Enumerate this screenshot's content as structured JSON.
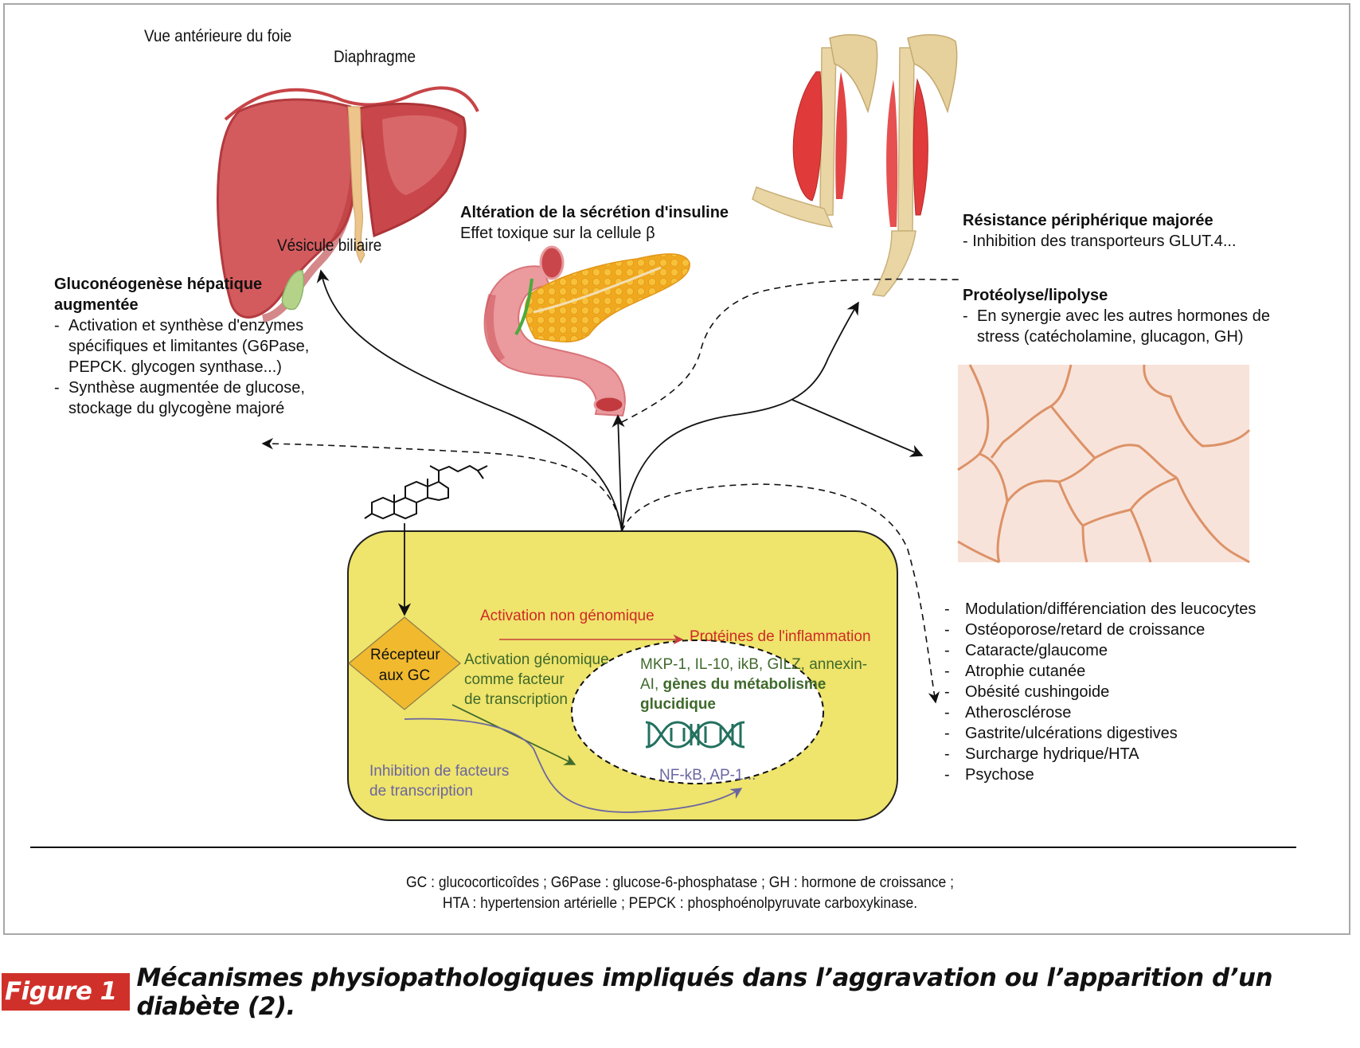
{
  "liver": {
    "title": "Vue antérieure du foie",
    "diaphragm_label": "Diaphragme",
    "gallbladder_label": "Vésicule biliaire"
  },
  "gluconeogenesis": {
    "title_line1": "Gluconéogenèse hépatique",
    "title_line2": "augmentée",
    "items": [
      "Activation et synthèse d'enzymes spécifiques et limitantes (G6Pase, PEPCK. glycogen synthase...)",
      "Synthèse augmentée de glucose, stockage du glycogène majoré"
    ]
  },
  "pancreas": {
    "title": "Altération de la sécrétion d'insuline",
    "subtitle": "Effet toxique sur la cellule β"
  },
  "muscle": {
    "title": "Résistance périphérique majorée",
    "item": "- Inhibition des transporteurs GLUT.4..."
  },
  "proteolysis": {
    "title": "Protéolyse/lipolyse",
    "items": [
      "En synergie avec les autres hormones de stress (catécholamine, glucagon, GH)"
    ]
  },
  "cell": {
    "receptor_line1": "Récepteur",
    "receptor_line2": "aux GC",
    "non_genomic_label": "Activation non génomique",
    "inflammation_label": "Protéines de l'inflammation",
    "genomic_line1": "Activation génomique",
    "genomic_line2": "comme facteur",
    "genomic_line3": "de transcription",
    "genes_line1": "MKP-1, IL-10, ikB, GILZ, annexin-",
    "genes_line2_prefix": "AI, ",
    "genes_line2_bold": "gènes du métabolisme",
    "genes_line3_bold": "glucidique",
    "inhibition_line1": "Inhibition de facteurs",
    "inhibition_line2": "de transcription",
    "nf_label": "NF-kB, AP-1..."
  },
  "effects": {
    "items": [
      "Modulation/différenciation des leucocytes",
      "Ostéoporose/retard de croissance",
      "Cataracte/glaucome",
      "Atrophie cutanée",
      "Obésité cushingoide",
      "Atherosclérose",
      "Gastrite/ulcérations digestives",
      "Surcharge hydrique/HTA",
      "Psychose"
    ]
  },
  "footnote": {
    "line1": "GC : glucocorticoîdes ; G6Pase : glucose-6-phosphatase ; GH : hormone de croissance ;",
    "line2": "HTA : hypertension artérielle ; PEPCK : phosphoénolpyruvate carboxykinase."
  },
  "caption": {
    "figure_label": "Figure 1 -",
    "text": "Mécanismes physiopathologiques impliqués dans l’aggravation ou l’apparition d’un diabète (2)."
  },
  "colors": {
    "cell_fill": "#efe46c",
    "receptor_fill": "#f0b92e",
    "non_genomic": "#d02a25",
    "genomic": "#3f6a2b",
    "inhibition": "#6a66a0",
    "dna": "#23715f",
    "caption_label_bg": "#d0302a"
  }
}
